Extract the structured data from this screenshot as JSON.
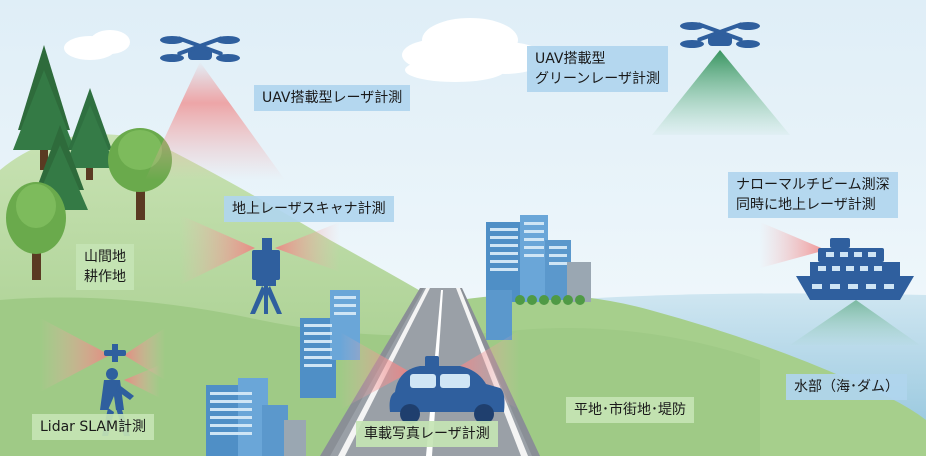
{
  "labels": {
    "uav_laser": "UAV搭載型レーザ計測",
    "uav_green": "UAV搭載型\nグリーンレーザ計測",
    "tls": "地上レーザスキャナ計測",
    "narrow": "ナローマルチビーム測深\n同時に地上レーザ計測",
    "mountain": "山間地\n耕作地",
    "slam": "Lidar SLAM計測",
    "mms": "車載写真レーザ計測",
    "urban": "平地･市街地･堤防",
    "water": "水部（海･ダム）"
  },
  "colors": {
    "sky": "#e9f4fa",
    "ground": "#a8cf8e",
    "water": "#a9d2e6",
    "icon_blue": "#2f5f9e",
    "beam_red": "#f09a9a",
    "beam_green": "#3e9e65"
  },
  "icons": [
    "drone-icon",
    "green-drone-icon",
    "scanner-tripod-icon",
    "car-icon",
    "ship-icon",
    "walking-surveyor-icon",
    "tree-icon",
    "building-icon",
    "cloud-icon"
  ]
}
